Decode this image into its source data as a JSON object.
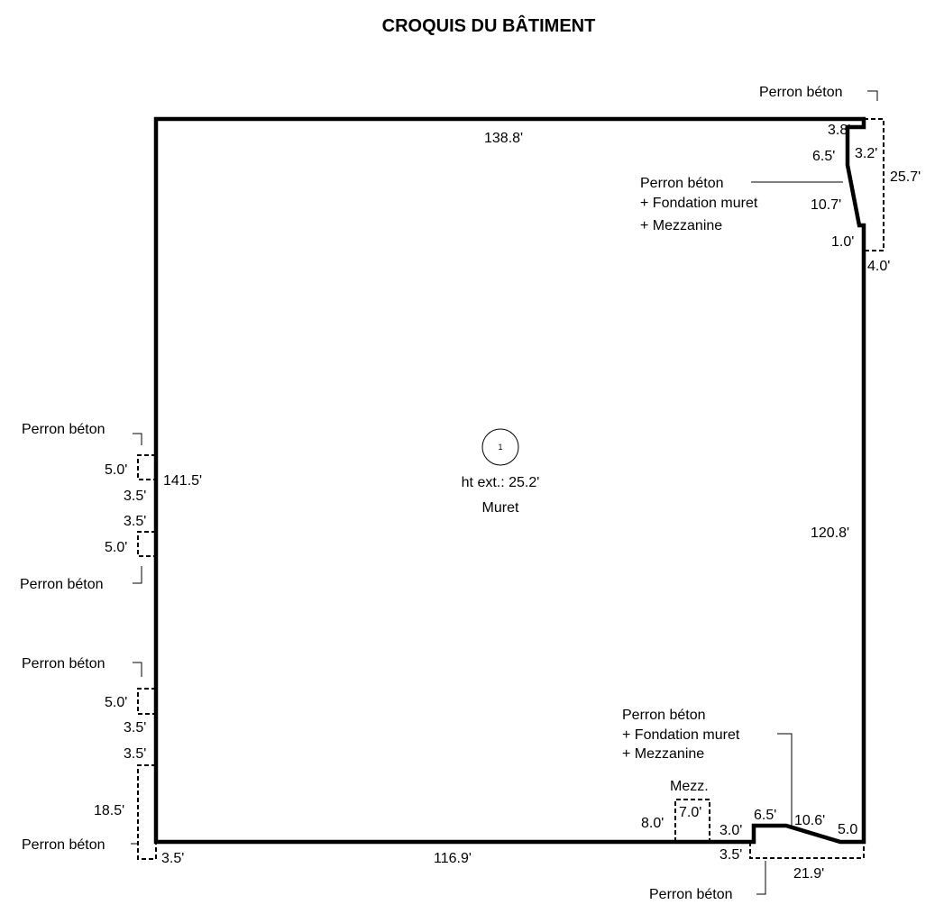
{
  "title": "CROQUIS DU BÂTIMENT",
  "labels": {
    "perron": "Perron béton",
    "fondation_line": "+ Fondation muret",
    "mezzanine_line": "+ Mezzanine",
    "mezz": "Mezz.",
    "section_number": "1",
    "height": "ht ext.: 25.2'",
    "section_name": "Muret"
  },
  "dimensions": {
    "top_wall": "138.8'",
    "left_wall": "141.5'",
    "right_wall": "120.8'",
    "bottom_wall": "116.9'",
    "tr_3_8": "3.8'",
    "tr_3_2": "3.2'",
    "tr_6_5": "6.5'",
    "tr_10_7": "10.7'",
    "tr_1_0": "1.0'",
    "tr_4_0": "4.0'",
    "tr_25_7": "25.7'",
    "l1_5_0": "5.0'",
    "l1_3_5": "3.5'",
    "l2_3_5": "3.5'",
    "l2_5_0": "5.0'",
    "l3_5_0": "5.0'",
    "l3_3_5": "3.5'",
    "l4_3_5": "3.5'",
    "l4_18_5": "18.5'",
    "bl_3_5": "3.5'",
    "mezz_8_0": "8.0'",
    "mezz_7_0": "7.0'",
    "br_3_0": "3.0'",
    "br_6_5": "6.5'",
    "br_10_6": "10.6'",
    "br_5_0": "5.0",
    "br_3_5": "3.5'",
    "br_21_9": "21.9'"
  }
}
